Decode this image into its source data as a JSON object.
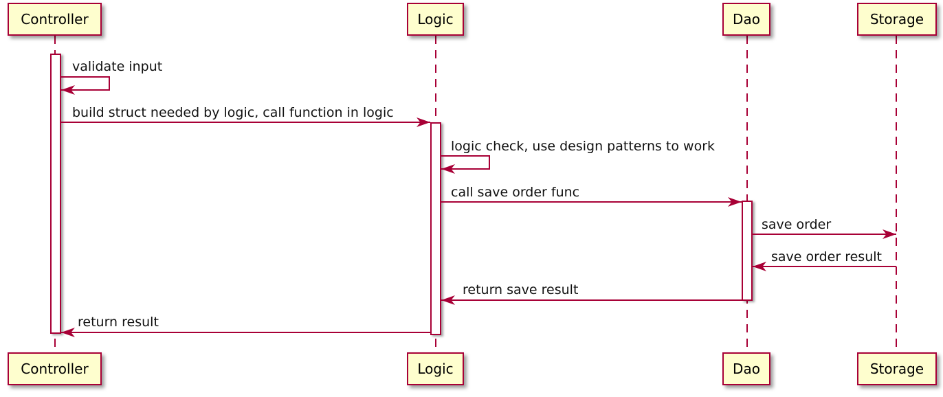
{
  "colors": {
    "accent": "#A80036",
    "participant-fill": "#FEFECE",
    "text": "#000000",
    "bar-fill": "#FFFFFF"
  },
  "diagram_type": "uml-sequence",
  "participants": [
    {
      "id": "controller",
      "label": "Controller"
    },
    {
      "id": "logic",
      "label": "Logic"
    },
    {
      "id": "dao",
      "label": "Dao"
    },
    {
      "id": "storage",
      "label": "Storage"
    }
  ],
  "messages": [
    {
      "label": "validate input",
      "from": "Controller",
      "to": "Controller",
      "kind": "self"
    },
    {
      "label": "build struct needed by logic, call function in logic",
      "from": "Controller",
      "to": "Logic",
      "kind": "call"
    },
    {
      "label": "logic check, use design patterns to work",
      "from": "Logic",
      "to": "Logic",
      "kind": "self"
    },
    {
      "label": "call save order func",
      "from": "Logic",
      "to": "Dao",
      "kind": "call"
    },
    {
      "label": "save order",
      "from": "Dao",
      "to": "Storage",
      "kind": "call"
    },
    {
      "label": "save order result",
      "from": "Storage",
      "to": "Dao",
      "kind": "return"
    },
    {
      "label": "return save result",
      "from": "Dao",
      "to": "Logic",
      "kind": "return"
    },
    {
      "label": "return result",
      "from": "Logic",
      "to": "Controller",
      "kind": "return"
    }
  ]
}
